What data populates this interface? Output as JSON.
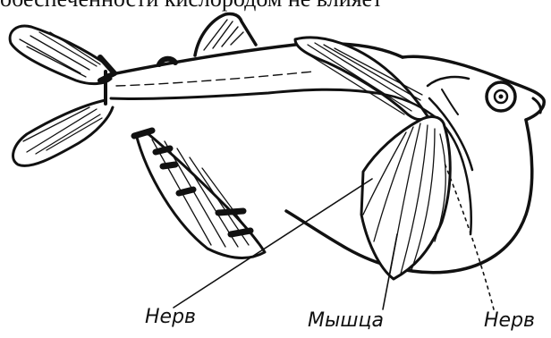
{
  "header_fragment": "обеспеченности кислородом не влияет",
  "labels": {
    "nerve_left": "Нерв",
    "muscle": "Мышца",
    "nerve_right": "Нерв"
  },
  "colors": {
    "ink": "#111111",
    "paper": "#ffffff"
  }
}
